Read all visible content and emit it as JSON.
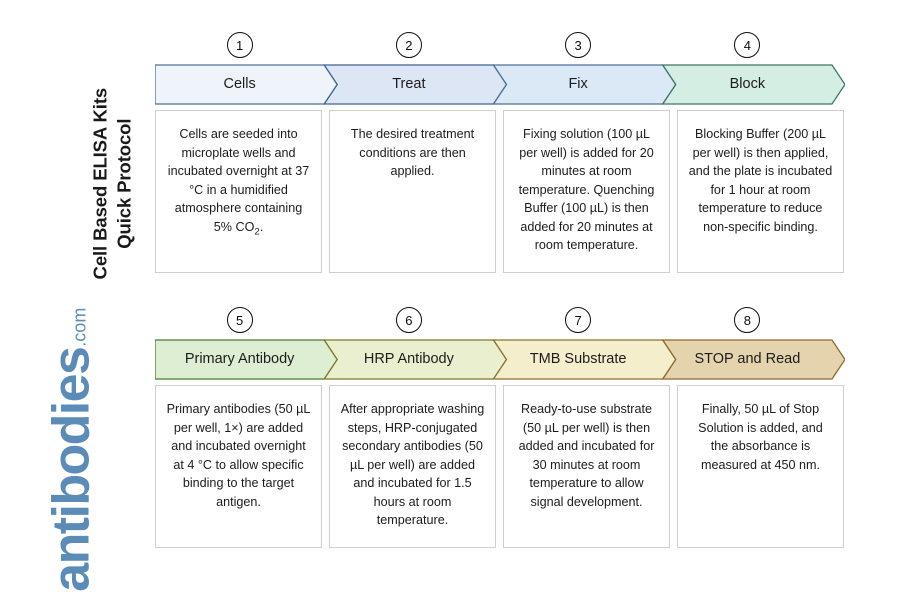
{
  "rail": {
    "title": "Cell Based ELISA Kits\nQuick Protocol",
    "logo_word": "antibodies",
    "logo_tld": ".com",
    "logo_color": "#5b8cb8"
  },
  "rows": [
    {
      "id": "row-1",
      "steps": [
        {
          "number": "1",
          "label": "Cells",
          "fill": "#eff4fa",
          "stroke": "#4a7296",
          "body_html": "Cells are seeded into microplate wells and incubated overnight at 37 °C in a humidified atmosphere containing 5% CO<sub>2</sub>.",
          "body_text": "Cells are seeded into microplate wells and incubated overnight at 37 °C in a humidified atmosphere containing 5% CO2."
        },
        {
          "number": "2",
          "label": "Treat",
          "fill": "#dde6f5",
          "stroke": "#3f6595",
          "body_html": "The desired treatment conditions are then applied.",
          "body_text": "The desired treatment conditions are then applied."
        },
        {
          "number": "3",
          "label": "Fix",
          "fill": "#dbe8f6",
          "stroke": "#4a7296",
          "body_html": "Fixing solution (100 µL per well) is added for 20 minutes at room temperature. Quenching Buffer (100 µL) is then added for 20 minutes at room temperature.",
          "body_text": "Fixing solution (100 µL per well) is added for 20 minutes at room temperature. Quenching Buffer (100 µL) is then added for 20 minutes at room temperature."
        },
        {
          "number": "4",
          "label": "Block",
          "fill": "#d4eee4",
          "stroke": "#3f7466",
          "body_html": "Blocking Buffer (200 µL per well) is then applied, and the plate is incubated for 1 hour at room temperature to reduce non-specific binding.",
          "body_text": "Blocking Buffer (200 µL per well) is then applied, and the plate is incubated for 1 hour at room temperature to reduce non-specific binding."
        }
      ]
    },
    {
      "id": "row-2",
      "steps": [
        {
          "number": "5",
          "label": "Primary Antibody",
          "fill": "#ddeed2",
          "stroke": "#4e7a30",
          "body_html": "Primary antibodies (50 µL per well, 1×) are added and incubated overnight at 4 °C to allow specific binding to the target antigen.",
          "body_text": "Primary antibodies (50 µL per well, 1×) are added and incubated overnight at 4 °C to allow specific binding to the target antigen."
        },
        {
          "number": "6",
          "label": "HRP Antibody",
          "fill": "#eaf0cf",
          "stroke": "#7d7a2c",
          "body_html": "After appropriate washing steps, HRP-conjugated secondary antibodies (50 µL per well) are added and incubated for 1.5 hours at room temperature.",
          "body_text": "After appropriate washing steps, HRP-conjugated secondary antibodies (50 µL per well) are added and incubated for 1.5 hours at room temperature."
        },
        {
          "number": "7",
          "label": "TMB Substrate",
          "fill": "#f4eecd",
          "stroke": "#8a7430",
          "body_html": "Ready-to-use substrate (50 µL per well) is then added and incubated for 30 minutes at room temperature to allow signal development.",
          "body_text": "Ready-to-use substrate (50 µL per well) is then added and incubated for 30 minutes at room temperature to allow signal development."
        },
        {
          "number": "8",
          "label": "STOP and Read",
          "fill": "#e4d3ac",
          "stroke": "#8a6a2e",
          "body_html": "Finally, 50 µL of Stop Solution is added, and the absorbance is measured at 450 nm.",
          "body_text": "Finally, 50 µL of Stop Solution is added, and the absorbance is measured at 450 nm."
        }
      ]
    }
  ]
}
